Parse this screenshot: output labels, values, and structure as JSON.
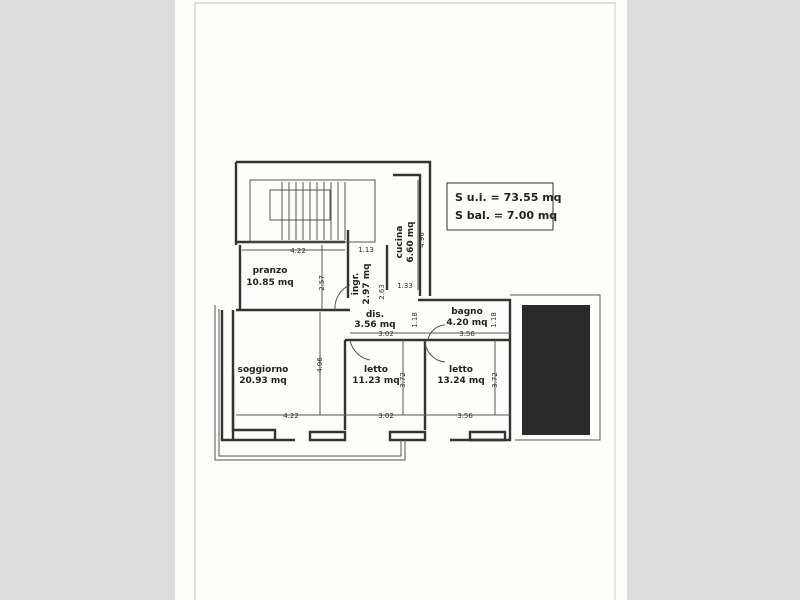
{
  "summary": {
    "usable_area": "S u.i. = 73.55 mq",
    "balcony_area": "S bal. = 7.00 mq"
  },
  "rooms": [
    {
      "name": "pranzo",
      "area": "10.85 mq"
    },
    {
      "name": "ingr.",
      "area": "2.97 mq"
    },
    {
      "name": "cucina",
      "area": "6.60 mq"
    },
    {
      "name": "dis.",
      "area": "3.56 mq"
    },
    {
      "name": "bagno",
      "area": "4.20 mq"
    },
    {
      "name": "soggiorno",
      "area": "20.93 mq"
    },
    {
      "name": "letto",
      "area": "11.23 mq"
    },
    {
      "name": "letto",
      "area": "13.24 mq"
    }
  ],
  "dimensions": [
    "4.22",
    "1.13",
    "2.57",
    "2.63",
    "4.96",
    "1.33",
    "1.18",
    "1.18",
    "3.02",
    "3.56",
    "4.96",
    "3.72",
    "3.72",
    "4.22",
    "3.02",
    "3.56"
  ]
}
